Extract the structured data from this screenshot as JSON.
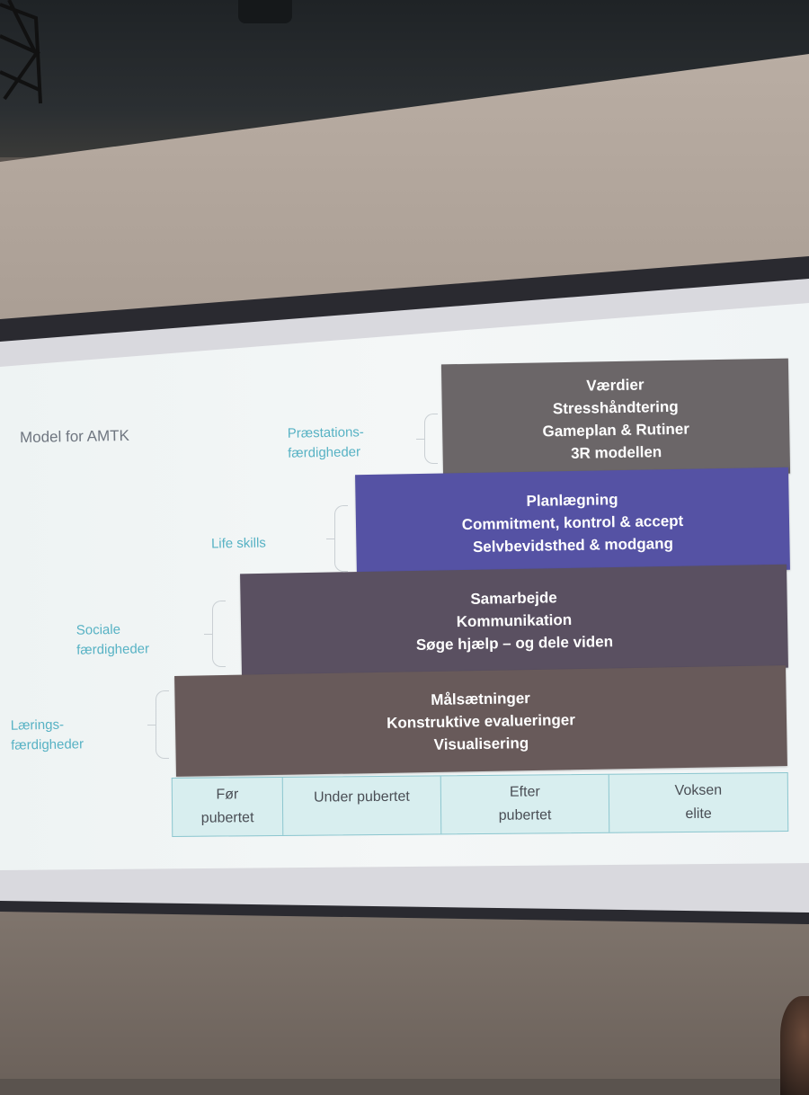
{
  "slide": {
    "title": "Model for AMTK",
    "levels": [
      {
        "label_lines": [
          "Præstations-",
          "færdigheder"
        ],
        "items": [
          "Værdier",
          "Stresshåndtering",
          "Gameplan & Rutiner",
          "3R modellen"
        ],
        "color": "#6b6668"
      },
      {
        "label_lines": [
          "Life skills"
        ],
        "items": [
          "Planlægning",
          "Commitment, kontrol & accept",
          "Selvbevidsthed & modgang"
        ],
        "color": "#5552a4"
      },
      {
        "label_lines": [
          "Sociale",
          "færdigheder"
        ],
        "items": [
          "Samarbejde",
          "Kommunikation",
          "Søge hjælp – og dele viden"
        ],
        "color": "#5a5061"
      },
      {
        "label_lines": [
          "Lærings-",
          "færdigheder"
        ],
        "items": [
          "Målsætninger",
          "Konstruktive evalueringer",
          "Visualisering"
        ],
        "color": "#685a5a"
      }
    ],
    "stages": [
      [
        "Før",
        "pubertet"
      ],
      [
        "Under pubertet"
      ],
      [
        "Efter",
        "pubertet"
      ],
      [
        "Voksen",
        "elite"
      ]
    ],
    "label_color": "#57b2c4",
    "stage_background": "#d8eeef"
  }
}
